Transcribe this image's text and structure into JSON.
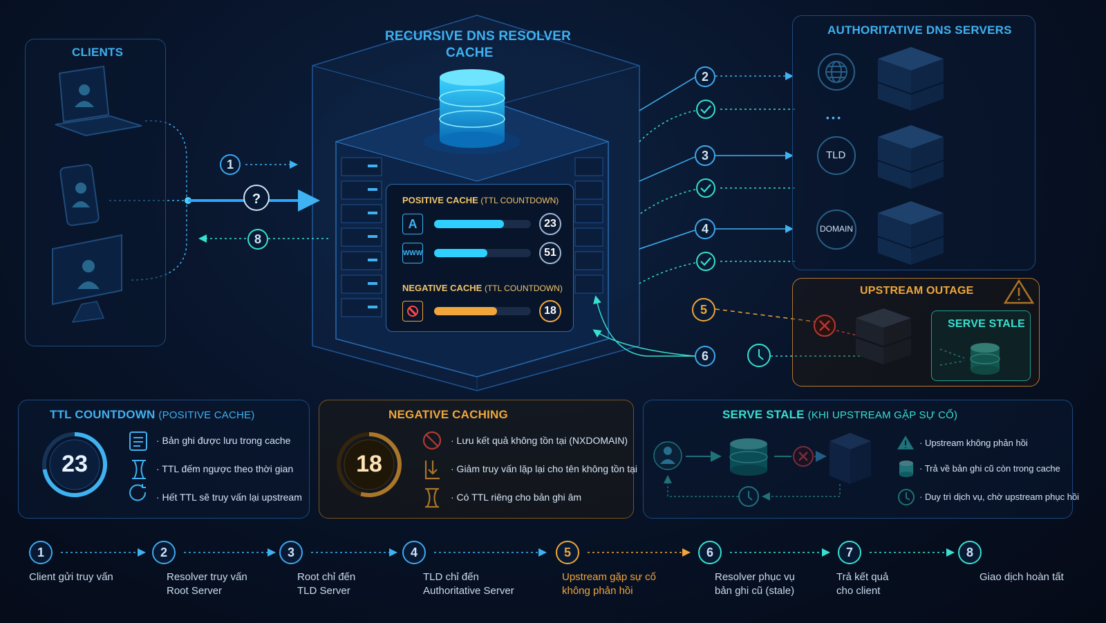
{
  "clients": {
    "title": "CLIENTS"
  },
  "resolver": {
    "title_line1": "RECURSIVE DNS RESOLVER",
    "title_line2": "CACHE",
    "positive_title": "POSITIVE CACHE",
    "positive_sub": "(TTL COUNTDOWN)",
    "rows": [
      {
        "icon": "A",
        "value": "23",
        "fill": 0.72
      },
      {
        "icon": "WWW",
        "value": "51",
        "fill": 0.55
      }
    ],
    "negative_title": "NEGATIVE CACHE",
    "negative_sub": "(TTL COUNTDOWN)",
    "negative_row": {
      "value": "18",
      "fill": 0.65
    }
  },
  "authoritative": {
    "title": "AUTHORITATIVE DNS SERVERS",
    "ellipsis": "• • •",
    "tld": "TLD",
    "domain": "DOMAIN"
  },
  "outage": {
    "title": "UPSTREAM OUTAGE",
    "serve_stale": "SERVE STALE"
  },
  "flow_numbers": [
    "1",
    "2",
    "3",
    "4",
    "5",
    "6",
    "8"
  ],
  "ttl_panel": {
    "title": "TTL COUNTDOWN",
    "sub": "(POSITIVE CACHE)",
    "value": "23",
    "items": [
      "· Bản ghi được lưu trong cache",
      "· TTL đếm ngược theo thời gian",
      "· Hết TTL sẽ truy vấn lại upstream"
    ]
  },
  "neg_panel": {
    "title": "NEGATIVE CACHING",
    "value": "18",
    "items": [
      "· Lưu kết quả không tồn tại (NXDOMAIN)",
      "· Giảm truy vấn lặp lại cho tên không tồn tại",
      "· Có TTL riêng cho bản ghi âm"
    ]
  },
  "stale_panel": {
    "title": "SERVE STALE",
    "sub": "(KHI UPSTREAM GẶP SỰ CỐ)",
    "items": [
      "· Upstream không phản hồi",
      "· Trả về bản ghi cũ còn trong cache",
      "· Duy trì dịch vụ, chờ upstream phục hồi"
    ]
  },
  "timeline": [
    {
      "n": "1",
      "line1": "Client gửi truy vấn",
      "line2": ""
    },
    {
      "n": "2",
      "line1": "Resolver truy vấn",
      "line2": "Root Server"
    },
    {
      "n": "3",
      "line1": "Root chỉ đến",
      "line2": "TLD Server"
    },
    {
      "n": "4",
      "line1": "TLD chỉ đến",
      "line2": "Authoritative Server"
    },
    {
      "n": "5",
      "line1": "Upstream gặp sự cố",
      "line2": "không phản hồi"
    },
    {
      "n": "6",
      "line1": "Resolver phục vụ",
      "line2": "bản ghi cũ (stale)"
    },
    {
      "n": "7",
      "line1": "Trả kết quả",
      "line2": "cho client"
    },
    {
      "n": "8",
      "line1": "Giao dịch hoàn tất",
      "line2": ""
    }
  ],
  "colors": {
    "blue": "#3fb2f2",
    "orange": "#f0a63a",
    "cyan": "#38e0d0",
    "red": "#ff4a4a"
  }
}
